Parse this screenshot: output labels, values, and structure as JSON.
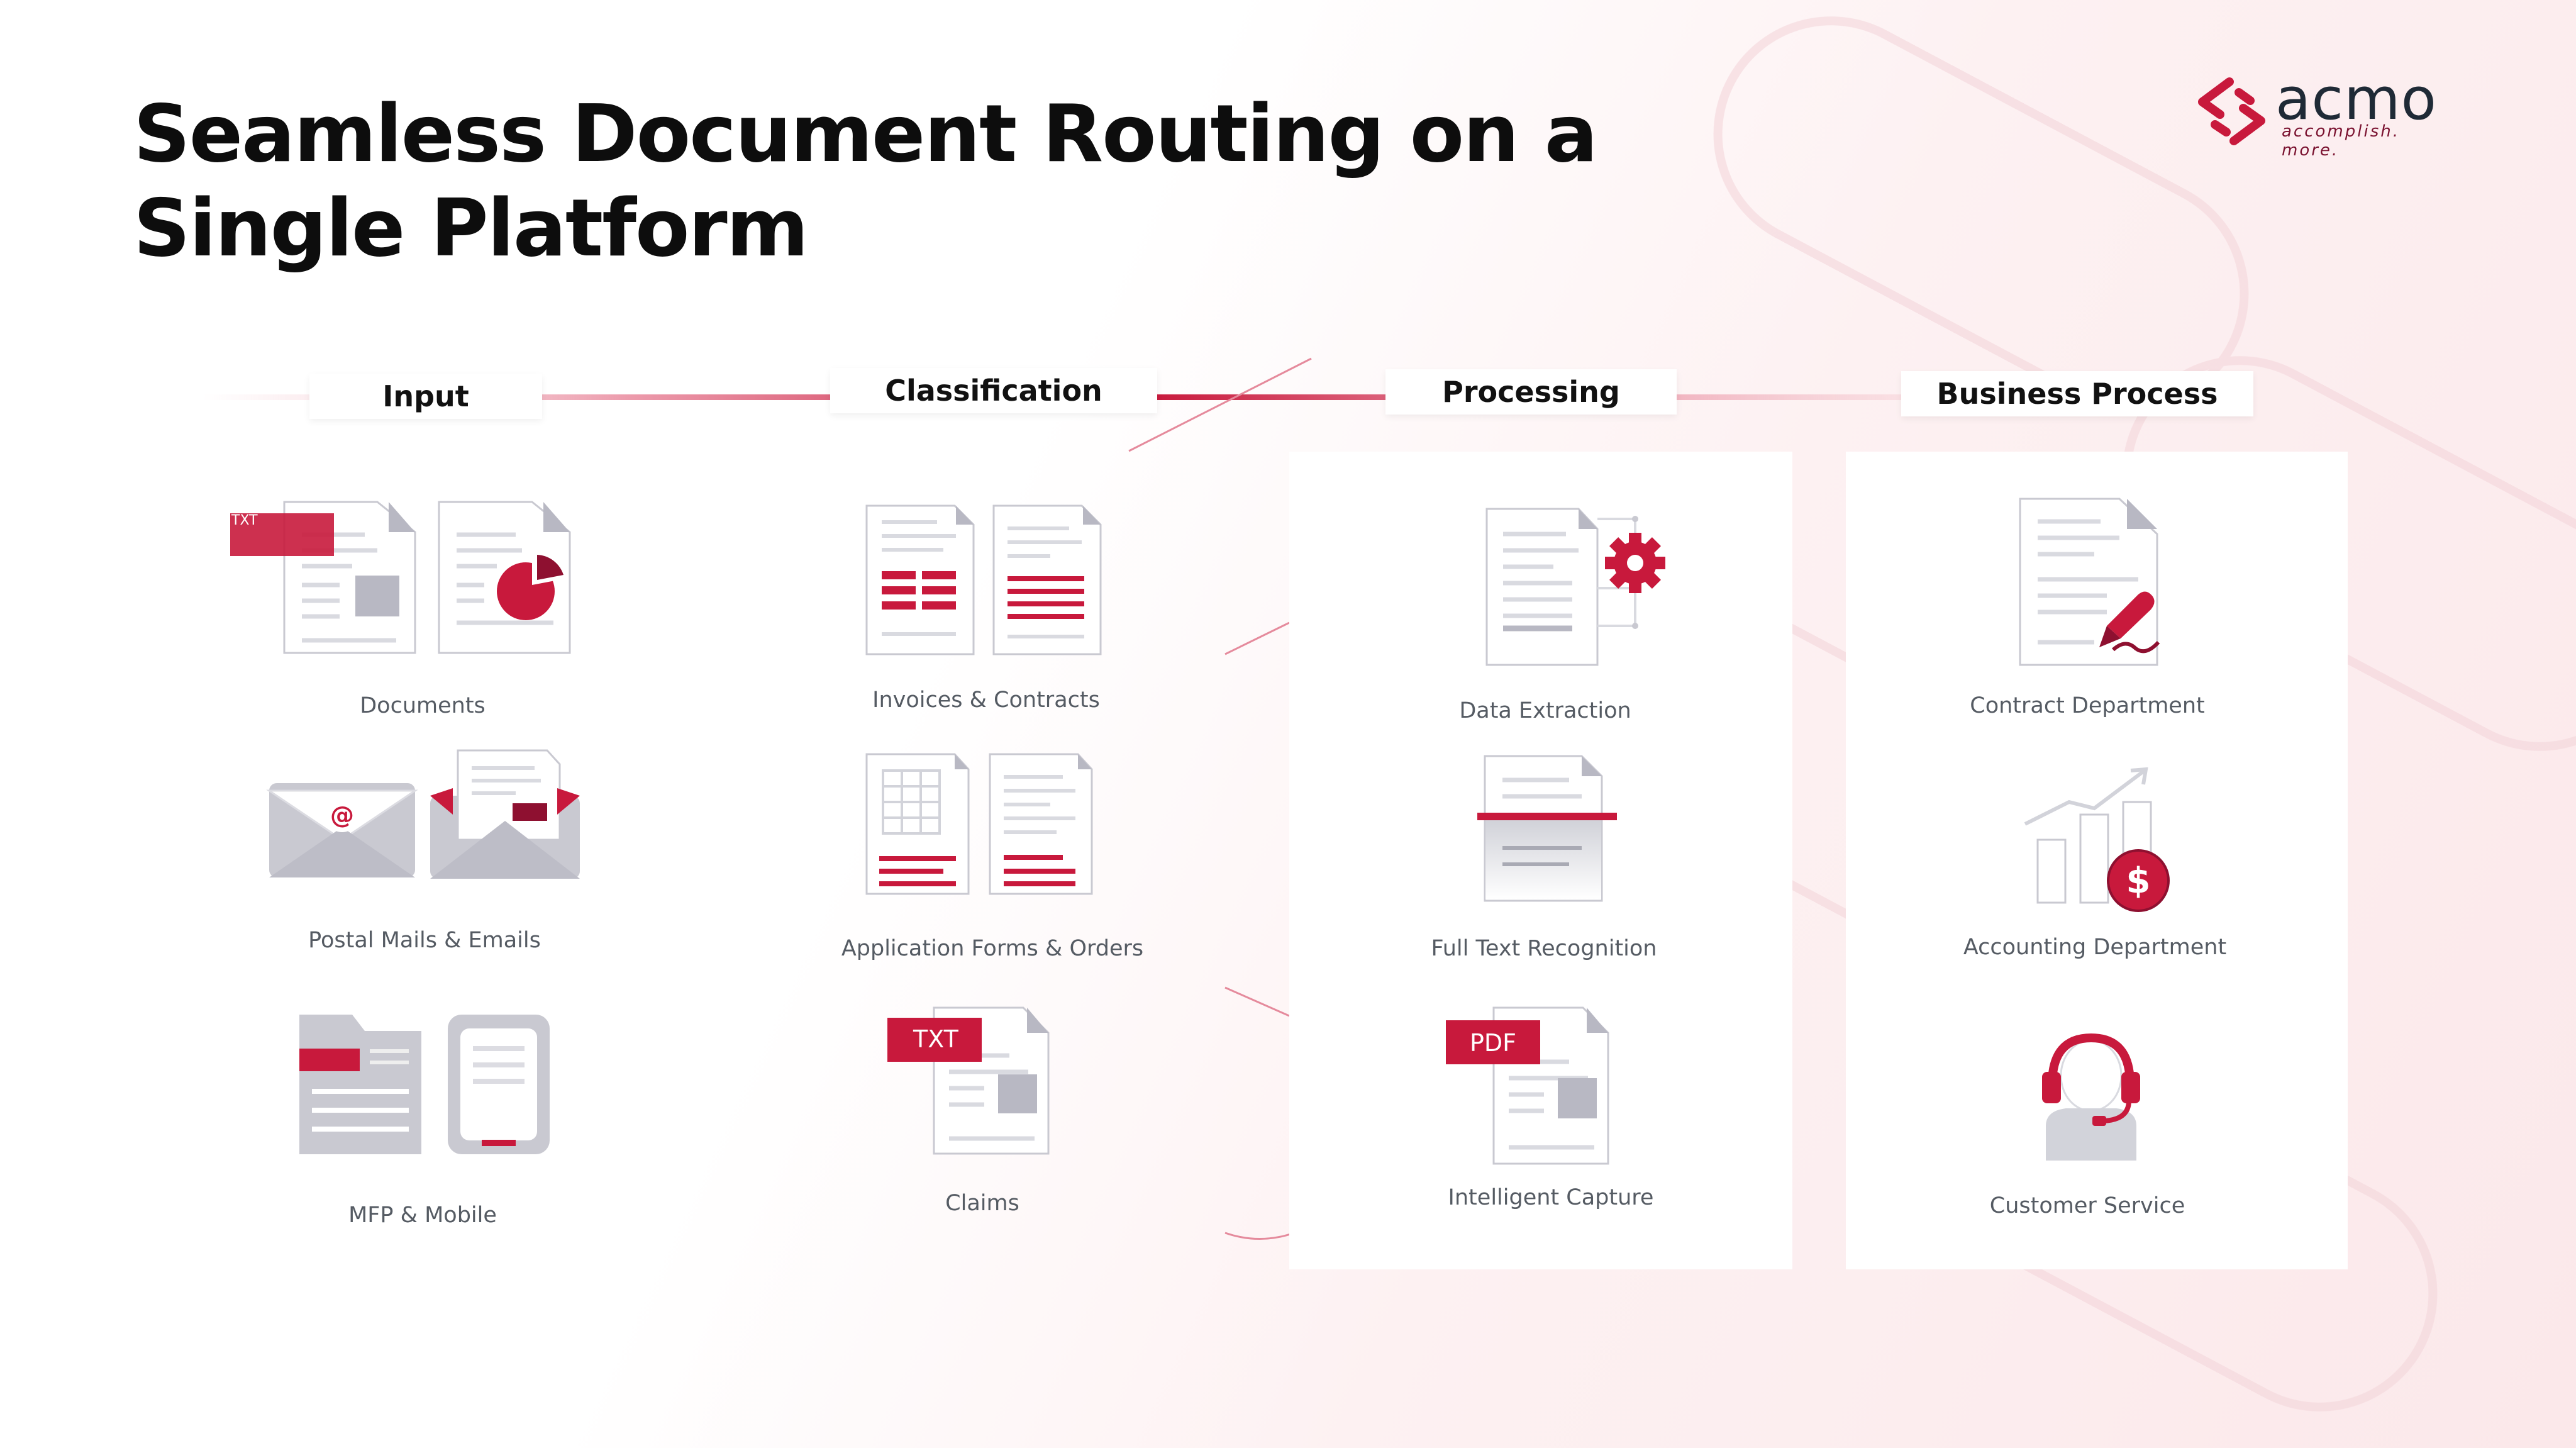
{
  "title_line1": "Seamless Document Routing on a",
  "title_line2": "Single Platform",
  "logo": {
    "name": "acmo",
    "tagline": "accomplish. more."
  },
  "accent_color": "#c8193c",
  "stages": [
    {
      "heading": "Input",
      "items": [
        {
          "label": "Documents",
          "icon": "document-icon"
        },
        {
          "label": "Postal Mails & Emails",
          "icon": "envelope-icon"
        },
        {
          "label": "MFP & Mobile",
          "icon": "mobile-icon"
        }
      ]
    },
    {
      "heading": "Classification",
      "items": [
        {
          "label": "Invoices & Contracts",
          "icon": "invoice-icon"
        },
        {
          "label": "Application Forms & Orders",
          "icon": "form-icon"
        },
        {
          "label": "Claims",
          "icon": "claims-icon",
          "tag": "TXT"
        }
      ]
    },
    {
      "heading": "Processing",
      "items": [
        {
          "label": "Data Extraction",
          "icon": "gear-document-icon"
        },
        {
          "label": "Full Text Recognition",
          "icon": "scanner-icon"
        },
        {
          "label": "Intelligent Capture",
          "icon": "pdf-icon",
          "tag": "PDF"
        }
      ]
    },
    {
      "heading": "Business Process",
      "items": [
        {
          "label": "Contract Department",
          "icon": "signature-icon"
        },
        {
          "label": "Accounting Department",
          "icon": "dollar-chart-icon"
        },
        {
          "label": "Customer Service",
          "icon": "headset-icon"
        }
      ]
    }
  ],
  "doc_tag_small": "TXT"
}
